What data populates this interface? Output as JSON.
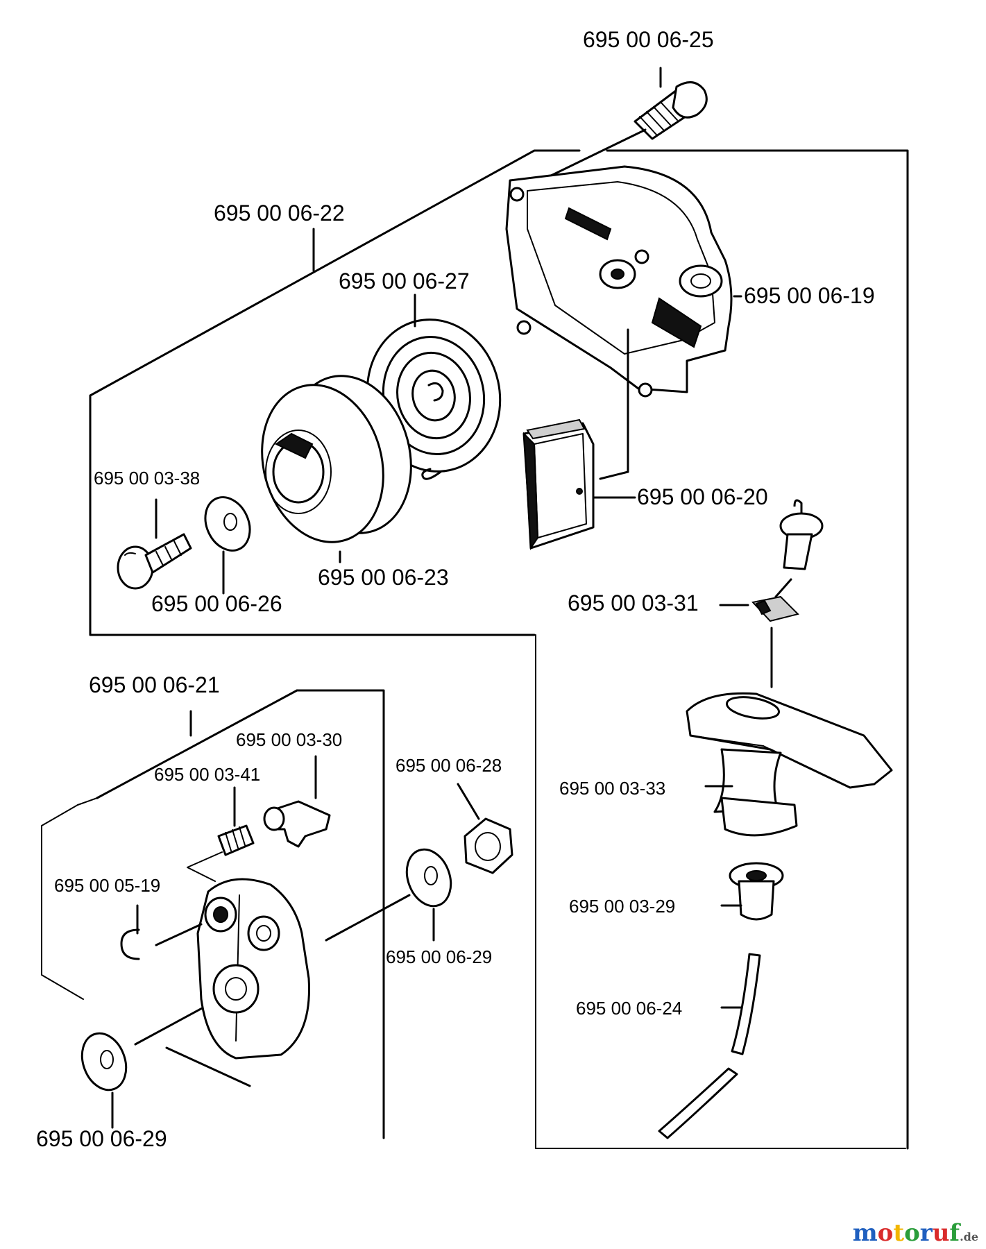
{
  "parts": {
    "p_06_25": "695 00 06-25",
    "p_06_22": "695 00 06-22",
    "p_06_27": "695 00 06-27",
    "p_06_19": "695 00 06-19",
    "p_03_38": "695 00 03-38",
    "p_06_20": "695 00 06-20",
    "p_06_23": "695 00 06-23",
    "p_06_26": "695 00 06-26",
    "p_03_31": "695 00 03-31",
    "p_06_21": "695 00 06-21",
    "p_03_30": "695 00 03-30",
    "p_06_28": "695 00 06-28",
    "p_03_41": "695 00 03-41",
    "p_03_33": "695 00 03-33",
    "p_05_19": "695 00 05-19",
    "p_06_29a": "695 00 06-29",
    "p_03_29": "695 00 03-29",
    "p_06_24": "695 00 06-24",
    "p_06_29b": "695 00 06-29"
  },
  "watermark": {
    "brand": "motoruf",
    "suffix": ".de",
    "colors": [
      "#1f5fbf",
      "#d92b2b",
      "#f2b600",
      "#2a9d3a",
      "#1f5fbf",
      "#d92b2b",
      "#2a9d3a"
    ]
  }
}
